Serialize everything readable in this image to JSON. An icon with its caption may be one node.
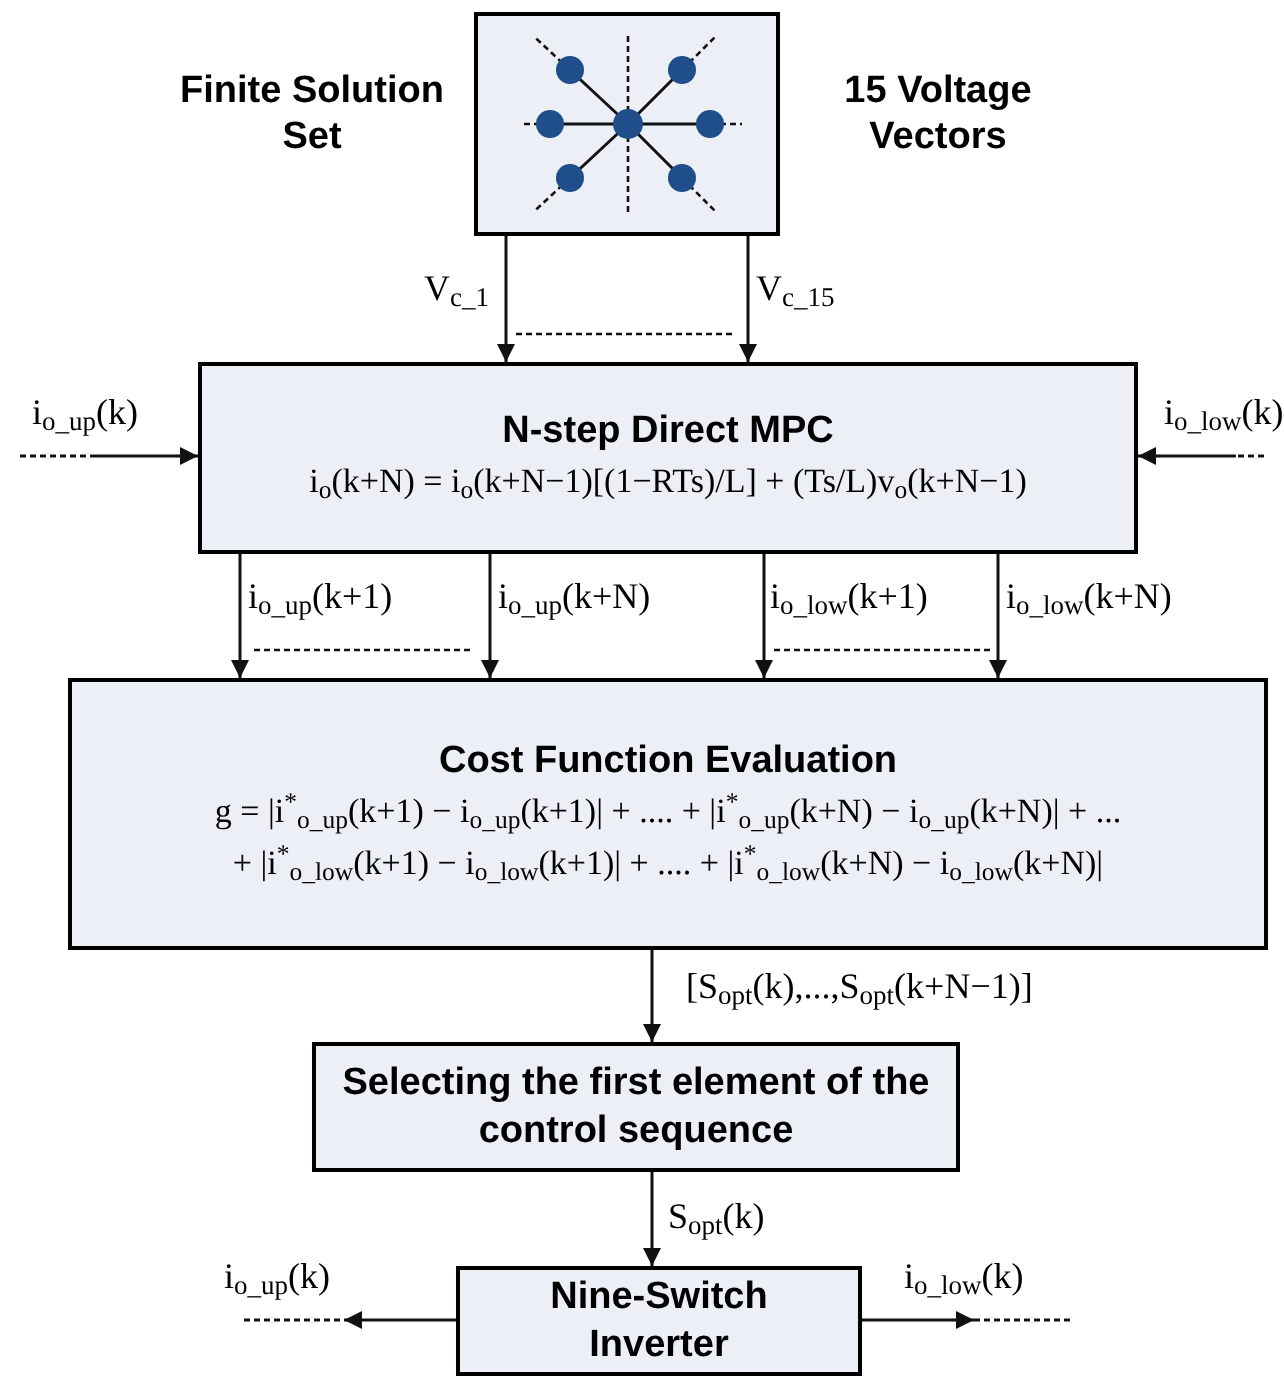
{
  "diagram": {
    "nodes": [
      {
        "text": [],
        "shape": "picture",
        "beside": [
          "Finite Solution Set",
          "15 Voltage Vectors"
        ]
      },
      {
        "text": [
          "N-step Direct MPC",
          "i$_{o}$(k+N) = i$_{o}$(k+N−1)[(1−RTs)/L] + (Ts/L)v$_{o}$(k+N−1)"
        ]
      },
      {
        "text": [
          "Cost Function Evaluation",
          "g = |i$^{*}$$_{o_up}$(k+1) − i$_{o_up}$(k+1)| + .... + |i$^{*}$$_{o_up}$(k+N) − i$_{o_up}$(k+N)| + ...",
          "+ |i$^{*}$$_{o_low}$(k+1) − i$_{o_low}$(k+1)| + .... + |i$^{*}$$_{o_low}$(k+N) − i$_{o_low}$(k+N)|"
        ]
      },
      {
        "text": [
          "Selecting the first element of the control sequence"
        ]
      },
      {
        "text": [
          "Nine-Switch Inverter"
        ]
      }
    ],
    "edges": [
      {
        "from": 0,
        "to": 1,
        "arrow": "to",
        "label": "V$_{c_1}$"
      },
      {
        "from": 0,
        "to": 1,
        "arrow": "to",
        "label": "V$_{c_15}$"
      },
      {
        "from": null,
        "to": 1,
        "arrow": "to",
        "label": "i$_{o_up}$(k)"
      },
      {
        "from": null,
        "to": 1,
        "arrow": "to",
        "label": "i$_{o_low}$(k)"
      },
      {
        "from": 1,
        "to": 2,
        "arrow": "to",
        "label": "i$_{o_up}$(k+1)"
      },
      {
        "from": 1,
        "to": 2,
        "arrow": "to",
        "label": "i$_{o_up}$(k+N)"
      },
      {
        "from": 1,
        "to": 2,
        "arrow": "to",
        "label": "i$_{o_low}$(k+1)"
      },
      {
        "from": 1,
        "to": 2,
        "arrow": "to",
        "label": "i$_{o_low}$(k+N)"
      },
      {
        "from": 2,
        "to": 3,
        "arrow": "to",
        "label": "[S$_{opt}$(k),...,S$_{opt}$(k+N−1)]"
      },
      {
        "from": 3,
        "to": 4,
        "arrow": "to",
        "label": "S$_{opt}$(k)"
      },
      {
        "from": 4,
        "to": null,
        "arrow": "to",
        "label": "i$_{o_up}$(k)"
      },
      {
        "from": 4,
        "to": null,
        "arrow": "to",
        "label": "i$_{o_low}$(k)"
      }
    ]
  }
}
